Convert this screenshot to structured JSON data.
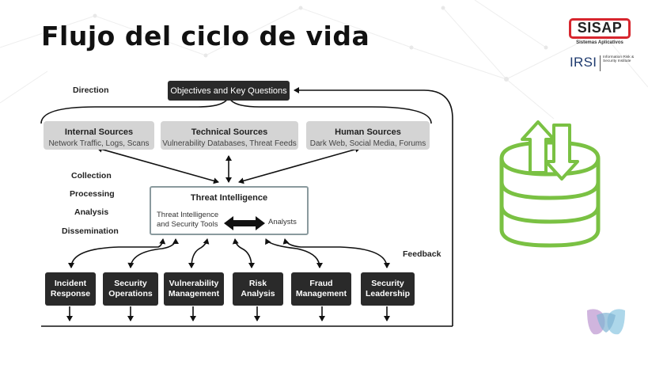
{
  "slide": {
    "title": "Flujo del ciclo de vida"
  },
  "logos": {
    "sisap_word": "SISAP",
    "sisap_tagline": "Sistemas Aplicativos",
    "irsi_mark": "IRSI",
    "irsi_text": "Information Risk & Security Institute"
  },
  "diagram": {
    "objectives": "Objectives and Key Questions",
    "direction_label": "Direction",
    "sources": [
      {
        "title": "Internal Sources",
        "subtitle": "Network Traffic, Logs, Scans"
      },
      {
        "title": "Technical Sources",
        "subtitle": "Vulnerability Databases, Threat Feeds"
      },
      {
        "title": "Human Sources",
        "subtitle": "Dark Web, Social Media, Forums"
      }
    ],
    "phases": [
      "Collection",
      "Processing",
      "Analysis",
      "Dissemination"
    ],
    "threat_intel": {
      "title": "Threat Intelligence",
      "left": "Threat Intelligence and Security Tools",
      "right": "Analysts"
    },
    "feedback_label": "Feedback",
    "outputs": [
      "Incident Response",
      "Security Operations",
      "Vulnerability Management",
      "Risk Analysis",
      "Fraud Management",
      "Security Leadership"
    ]
  },
  "colors": {
    "dark_box": "#2a2a2a",
    "grey_box": "#d4d4d4",
    "icon_green": "#7ac143",
    "logo_red": "#d7262e"
  },
  "icons": {
    "database": "database-sync-icon",
    "brand": "brand-mark-icon"
  }
}
